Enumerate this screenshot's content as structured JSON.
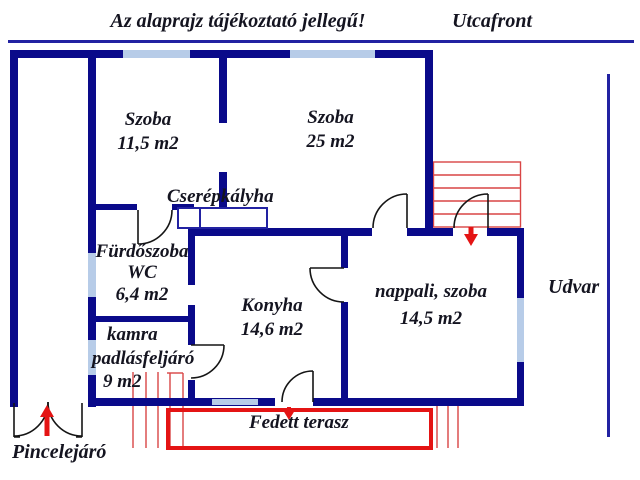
{
  "header": {
    "disclaimer": "Az alaprajz tájékoztató jellegű!",
    "street_front": "Utcafront"
  },
  "rooms": [
    {
      "name": "Szoba",
      "area": "11,5 m2"
    },
    {
      "name": "Szoba",
      "area": "25 m2"
    },
    {
      "name": "Fürdőszoba",
      "name2": "WC",
      "area": "6,4 m2"
    },
    {
      "name": "kamra",
      "name2": "padlásfeljáró",
      "area": "9 m2"
    },
    {
      "name": "Konyha",
      "area": "14,6 m2"
    },
    {
      "name": "nappali, szoba",
      "area": "14,5 m2"
    }
  ],
  "features": {
    "stove": "Cserépkályha",
    "yard": "Udvar",
    "covered_terrace": "Fedett terasz",
    "cellar_entrance": "Pincelejáró"
  },
  "colors": {
    "wall": "#0a0a8a",
    "wall_thin": "#2222a2",
    "window": "#b7cce8",
    "red": "#e41414",
    "red_thin": "#d94545",
    "text": "#141420",
    "background": "#ffffff"
  }
}
